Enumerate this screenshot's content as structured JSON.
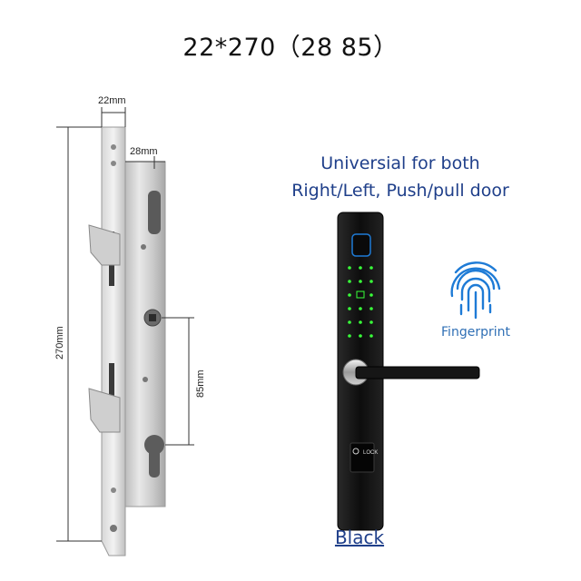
{
  "header": {
    "title": "22*270（28 85）"
  },
  "dimensions": {
    "width_face": "22mm",
    "backset": "28mm",
    "length": "270mm",
    "center_distance": "85mm"
  },
  "promo": {
    "line1": "Universial for both",
    "line2": "Right/Left, Push/pull door",
    "fingerprint_label": "Fingerprint",
    "color_label": "Black"
  },
  "handle": {
    "lock_label": "LOCK",
    "color": "#111111",
    "led_color": "#39ff3a",
    "fingerprint_icon_color": "#1e7bd6"
  }
}
